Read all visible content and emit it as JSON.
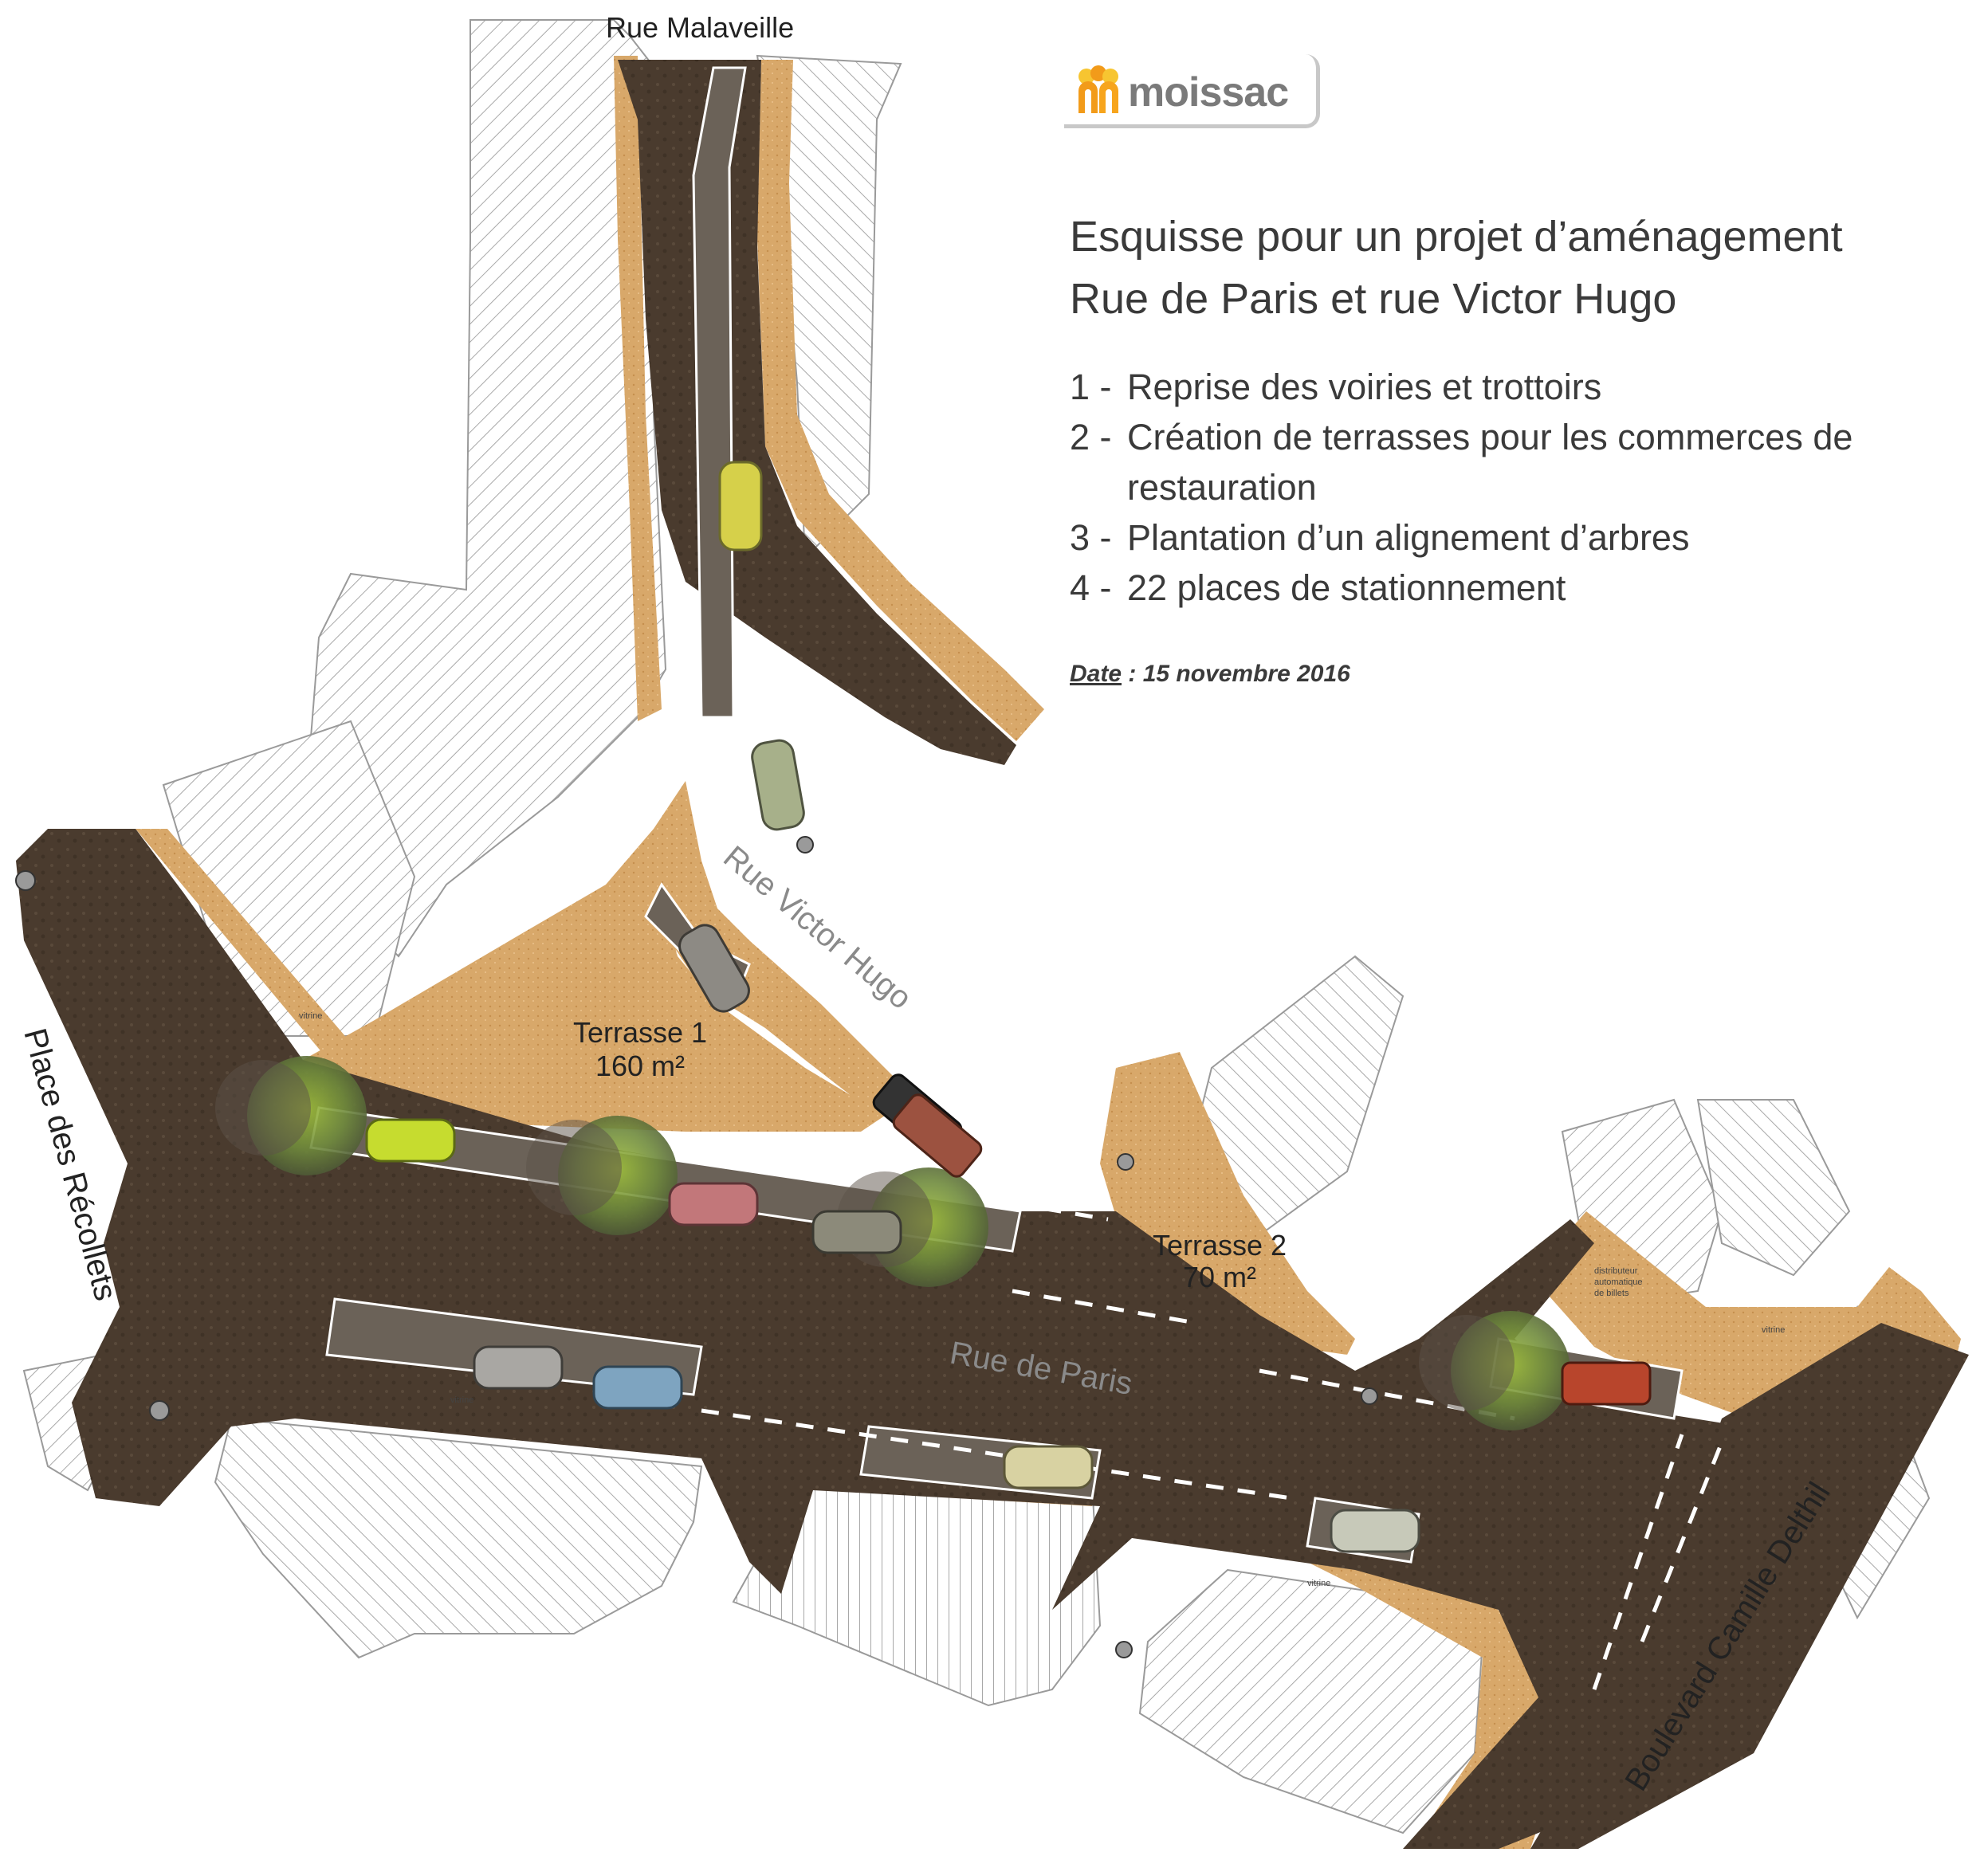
{
  "logo": {
    "name": "moissac",
    "icon": "moissac-logo-icon",
    "colors": {
      "orange": "#f29b1a",
      "yellow": "#f7c531",
      "gray": "#7a7a7a"
    }
  },
  "title": {
    "line1": "Esquisse pour un projet d’aménagement",
    "line2": "Rue de Paris et rue Victor Hugo"
  },
  "items": [
    {
      "num": "1 -",
      "text": "Reprise des voiries et trottoirs"
    },
    {
      "num": "2 -",
      "text": "Création de terrasses pour les commerces de restauration"
    },
    {
      "num": "3 -",
      "text": "Plantation d’un alignement d’arbres"
    },
    {
      "num": "4 -",
      "text": "22 places de stationnement"
    }
  ],
  "date": {
    "label": "Date",
    "separator": " : ",
    "value": "15 novembre 2016"
  },
  "streets": {
    "malaveille": "Rue Malaveille",
    "victor_hugo": "Rue Victor Hugo",
    "paris": "Rue de Paris",
    "recollets": "Place des Récollets",
    "delthil": "Boulevard Camille Delthil"
  },
  "terraces": [
    {
      "name": "Terrasse 1",
      "area": "160 m²"
    },
    {
      "name": "Terrasse 2",
      "area": "70 m²"
    }
  ],
  "annotations": {
    "vitrine": "vitrine",
    "distributeur": [
      "distributeur",
      "automatique",
      "de billets"
    ]
  },
  "colors": {
    "asphalt": "#4a3b2e",
    "sidewalk": "#d8a86a",
    "terrace": "#d7a565",
    "parking": "#6b6258",
    "building_hatch": "#b9b9b9",
    "tree": "#6f8a3c"
  }
}
